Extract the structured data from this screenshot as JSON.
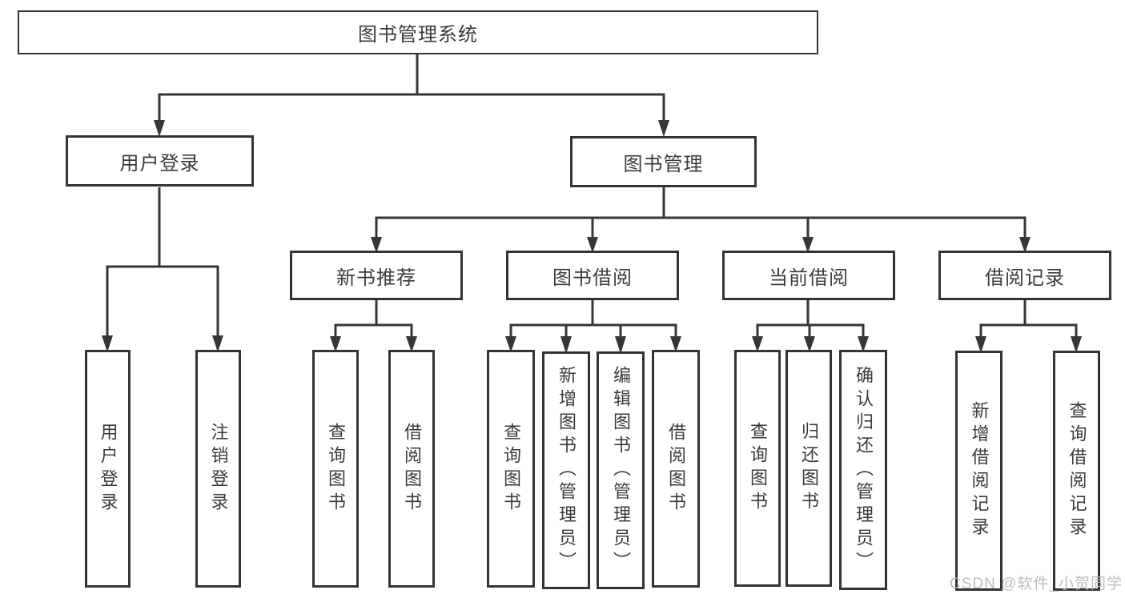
{
  "title": {
    "label": "图书管理系统"
  },
  "branches": {
    "user_login": {
      "label": "用户登录",
      "children": [
        {
          "label": "用户登录"
        },
        {
          "label": "注销登录"
        }
      ]
    },
    "book_management": {
      "label": "图书管理",
      "sections": [
        {
          "label": "新书推荐",
          "children": [
            {
              "label": "查询图书"
            },
            {
              "label": "借阅图书"
            }
          ]
        },
        {
          "label": "图书借阅",
          "children": [
            {
              "label": "查询图书"
            },
            {
              "label": "新增图书（管理员）"
            },
            {
              "label": "编辑图书（管理员）"
            },
            {
              "label": "借阅图书"
            }
          ]
        },
        {
          "label": "当前借阅",
          "children": [
            {
              "label": "查询图书"
            },
            {
              "label": "归还图书"
            },
            {
              "label": "确认归还（管理员）"
            }
          ]
        },
        {
          "label": "借阅记录",
          "children": [
            {
              "label": "新增借阅记录"
            },
            {
              "label": "查询借阅记录"
            }
          ]
        }
      ]
    }
  },
  "watermark": {
    "text": "CSDN @软件_小贺同学"
  },
  "colors": {
    "line": "#363636",
    "text": "#3b3b3b",
    "watermark": "#b5b5b5",
    "background": "#ffffff"
  }
}
